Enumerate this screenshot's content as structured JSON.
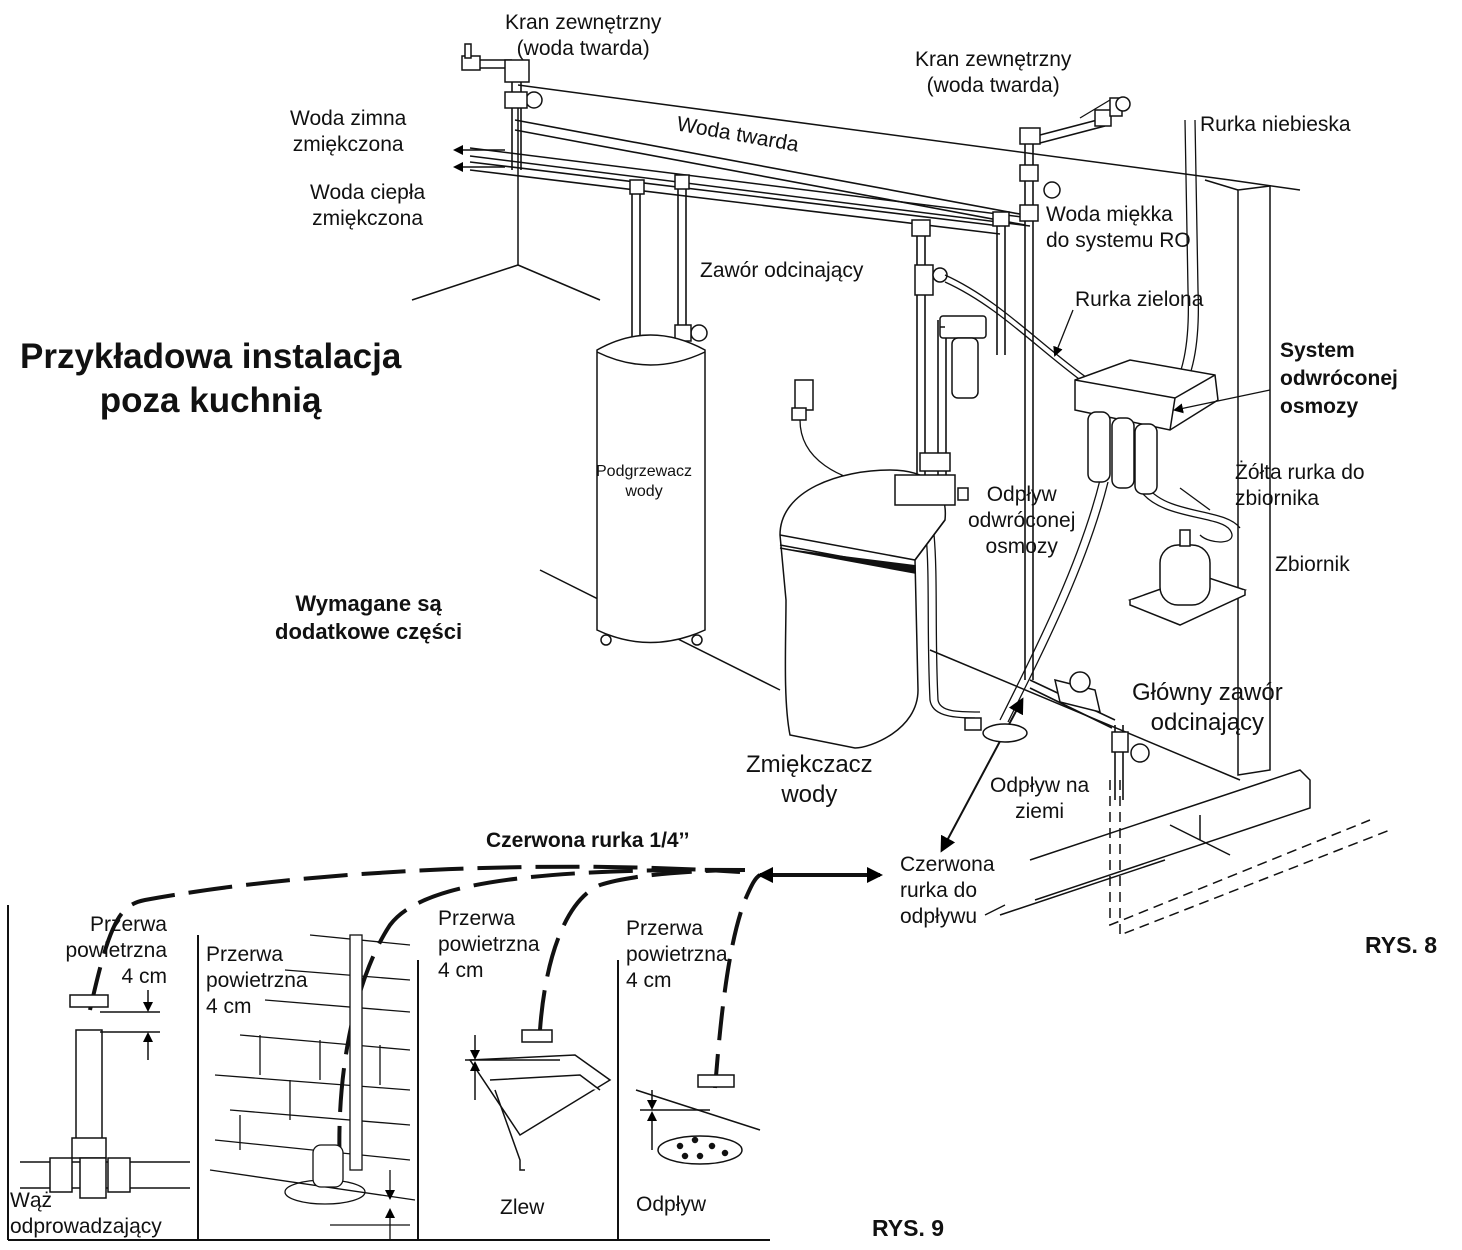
{
  "title": [
    "Przykładowa instalacja",
    "poza kuchnią"
  ],
  "note": [
    "Wymagane są",
    "dodatkowe części"
  ],
  "labels": {
    "outdoor_faucet_left": [
      "Kran zewnętrzny",
      "(woda twarda)"
    ],
    "outdoor_faucet_right": [
      "Kran zewnętrzny",
      "(woda twarda)"
    ],
    "cold_soft_water": [
      "Woda zimna",
      "zmiękczona"
    ],
    "hot_soft_water": [
      "Woda ciepła",
      "zmiękczona"
    ],
    "hard_water": "Woda twarda",
    "blue_tube": "Rurka niebieska",
    "soft_water_to_ro": [
      "Woda miękka",
      "do systemu RO"
    ],
    "shutoff_valve": "Zawór odcinający",
    "green_tube": "Rurka zielona",
    "ro_system": [
      "System",
      "odwróconej",
      "osmozy"
    ],
    "water_heater": [
      "Podgrzewacz",
      "wody"
    ],
    "yellow_tube": [
      "Żółta rurka do",
      "zbiornika"
    ],
    "ro_drain": [
      "Odpływ",
      "odwróconej",
      "osmozy"
    ],
    "tank": "Zbiornik",
    "main_shutoff": [
      "Główny zawór",
      "odcinający"
    ],
    "softener": [
      "Zmiękczacz",
      "wody"
    ],
    "floor_drain": [
      "Odpływ na",
      "ziemi"
    ],
    "red_tube_drain": [
      "Czerwona",
      "rurka do",
      "odpływu"
    ],
    "red_tube_size": "Czerwona rurka 1/4’’"
  },
  "panels": [
    {
      "air_gap": [
        "Przerwa",
        "powietrzna",
        "4 cm"
      ],
      "caption": [
        "Wąż",
        "odprowadzający"
      ]
    },
    {
      "air_gap": [
        "Przerwa",
        "powietrzna",
        "4 cm"
      ],
      "caption": []
    },
    {
      "air_gap": [
        "Przerwa",
        "powietrzna",
        "4 cm"
      ],
      "caption": [
        "Zlew"
      ]
    },
    {
      "air_gap": [
        "Przerwa",
        "powietrzna",
        "4 cm"
      ],
      "caption": [
        "Odpływ"
      ]
    }
  ],
  "figures": {
    "fig8": "RYS. 8",
    "fig9": "RYS. 9"
  }
}
